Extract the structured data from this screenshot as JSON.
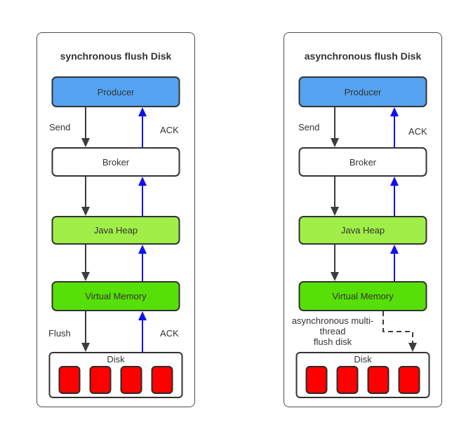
{
  "colors": {
    "panel_border": "#4d4d4d",
    "node_border": "#333333",
    "text_color": "#333333",
    "producer_fill": "#55a3f0",
    "java_heap_fill": "#a0ee48",
    "virtual_memory_fill": "#57e007",
    "disk_block_fill": "#ff0000",
    "disk_block_border": "#2b2b2b",
    "arrow_down": "#3c3c3c",
    "arrow_up": "#1111f0"
  },
  "panels": [
    {
      "title": "synchronous flush Disk",
      "nodes": {
        "producer": "Producer",
        "broker": "Broker",
        "java_heap": "Java Heap",
        "virtual_memory": "Virtual Memory",
        "disk": "Disk"
      },
      "edge_labels": {
        "send": "Send",
        "ack_top": "ACK",
        "flush": "Flush",
        "ack_bottom": "ACK"
      },
      "disk_block_count": 4
    },
    {
      "title": "asynchronous flush Disk",
      "nodes": {
        "producer": "Producer",
        "broker": "Broker",
        "java_heap": "Java Heap",
        "virtual_memory": "Virtual Memory",
        "disk": "Disk"
      },
      "edge_labels": {
        "send": "Send",
        "ack_top": "ACK",
        "flush_note_line1": "asynchronous multi-",
        "flush_note_line2": "thread",
        "flush_note_line3": "flush disk"
      },
      "disk_block_count": 4
    }
  ]
}
